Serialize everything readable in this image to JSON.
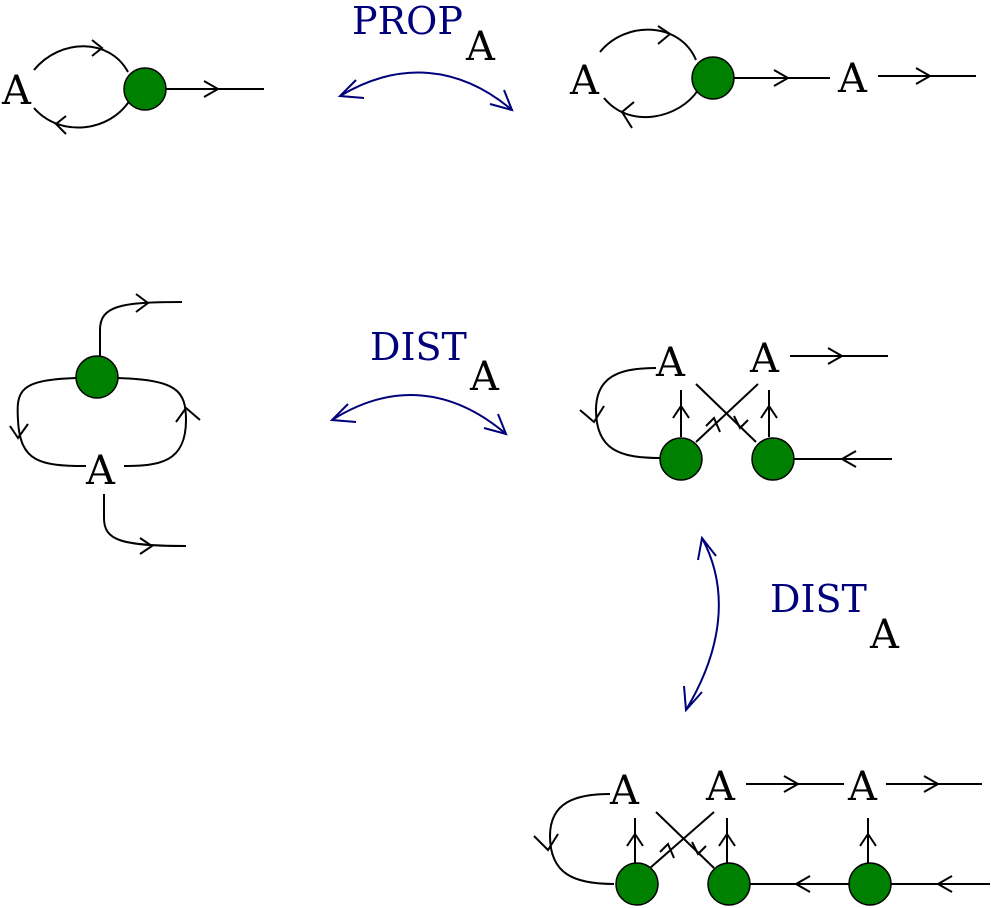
{
  "colors": {
    "node_fill": "#008000",
    "rule_text": "#00007a",
    "ink": "#000000"
  },
  "rules": [
    {
      "name": "PROP",
      "subscript": "A"
    },
    {
      "name": "DIST",
      "subscript": "A"
    },
    {
      "name": "DIST",
      "subscript": "A"
    }
  ],
  "node_label": "A"
}
